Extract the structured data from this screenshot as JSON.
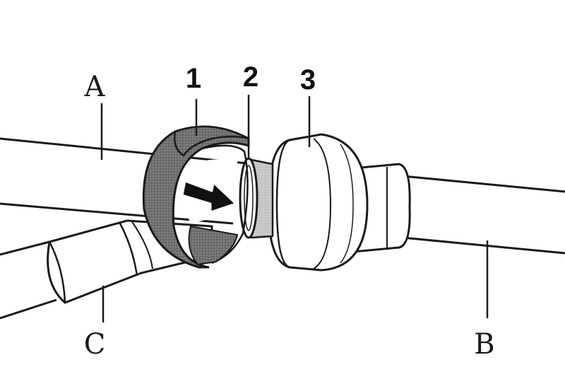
{
  "diagram": {
    "labels": {
      "A": "A",
      "B": "B",
      "C": "C",
      "one": "1",
      "two": "2",
      "three": "3"
    },
    "colors": {
      "line": "#1a1a1a",
      "collet_dark": "#6e6e6e",
      "oring_gray": "#c4c4c4",
      "pipe_fill": "#ffffff",
      "arrow": "#111111"
    }
  }
}
